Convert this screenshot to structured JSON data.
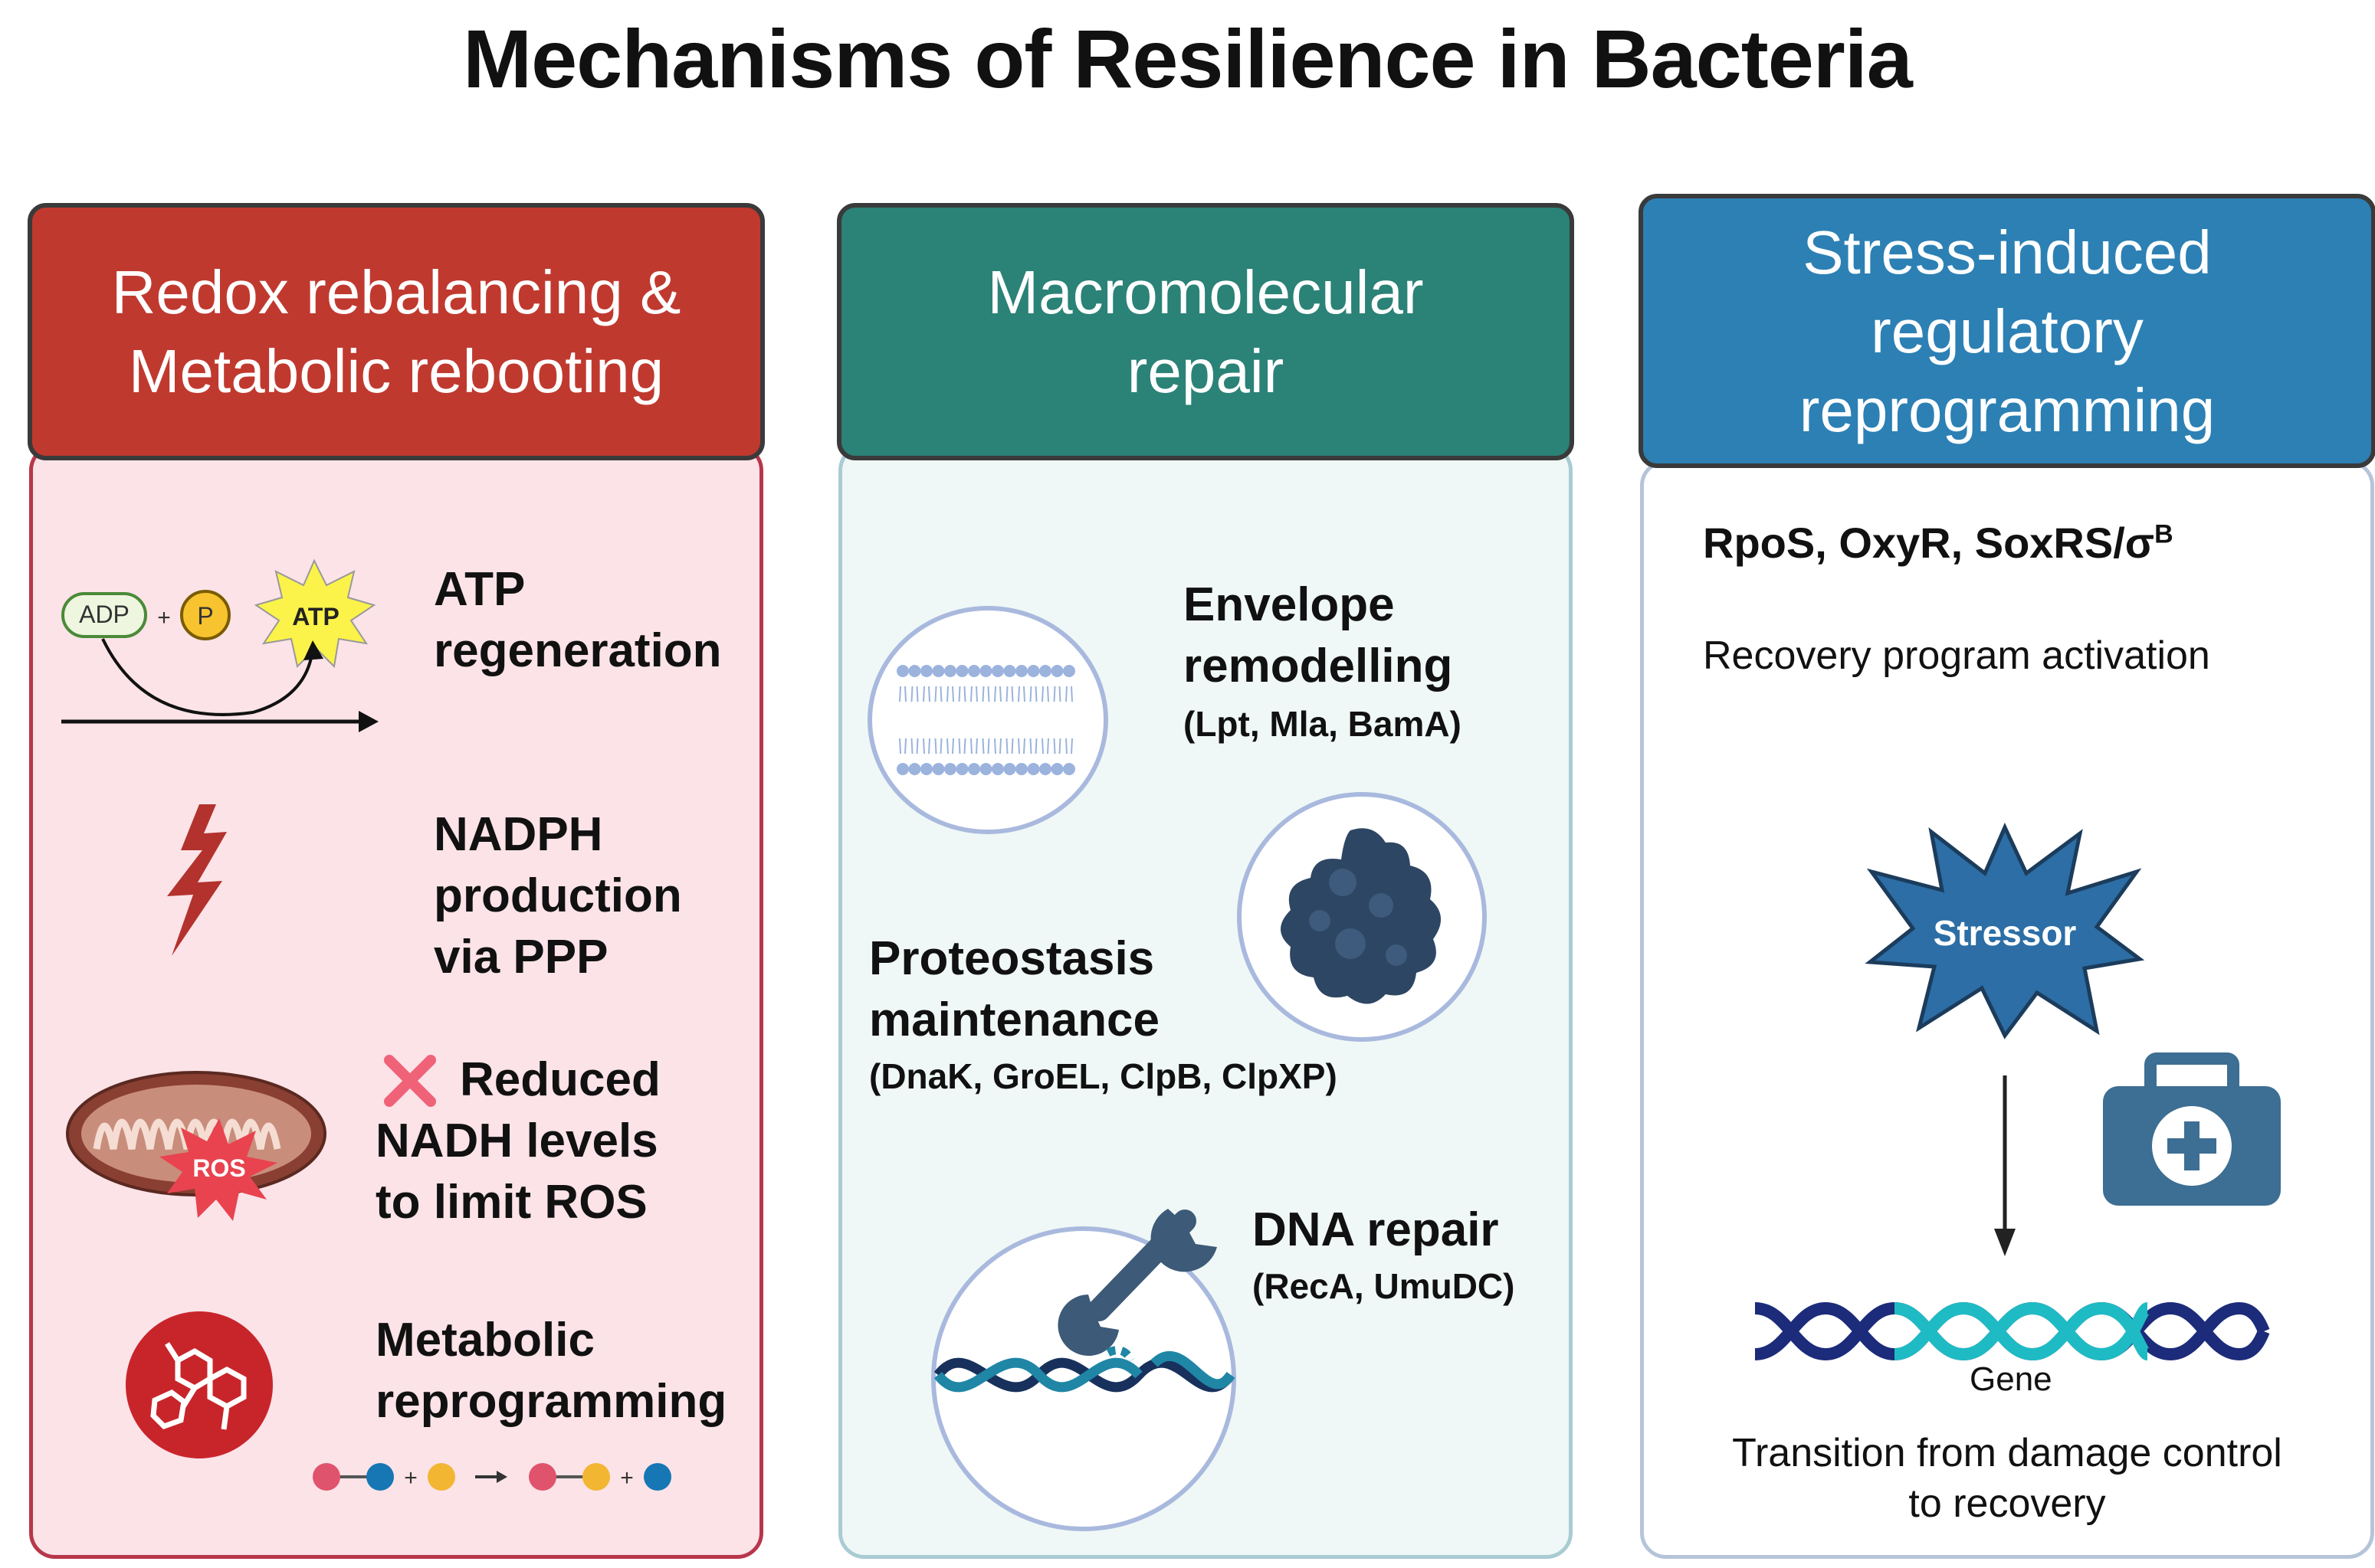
{
  "title": "Mechanisms of Resilience in Bacteria",
  "colors": {
    "redox_header": "#c0392f",
    "repair_header": "#2b8277",
    "regulatory_header": "#2c80b4",
    "redox_panel": "#fbe3e8",
    "repair_panel": "#eff8f6",
    "regulatory_panel": "#ffffff"
  },
  "columns": {
    "redox": {
      "header": [
        "Redox rebalancing &",
        "Metabolic rebooting"
      ],
      "atp": {
        "adp_label": "ADP",
        "plus": "+",
        "p_label": "P",
        "atp_label": "ATP",
        "text": [
          "ATP",
          "regeneration"
        ],
        "icon": "atp-regeneration-icon"
      },
      "nadph": {
        "text": [
          "NADPH",
          "production",
          "via PPP"
        ],
        "icon": "lightning-bolt-icon"
      },
      "nadh": {
        "text": [
          "Reduced",
          "NADH levels",
          "to limit ROS"
        ],
        "ros_label": "ROS",
        "icon": "mitochondrion-icon",
        "mark_icon": "cross-icon"
      },
      "metabolic": {
        "text": [
          "Metabolic",
          "reprogramming"
        ],
        "plus": "+",
        "icon": "molecule-icon"
      }
    },
    "repair": {
      "header": [
        "Macromolecular",
        "repair"
      ],
      "envelope": {
        "text": [
          "Envelope",
          "remodelling"
        ],
        "sub": "(Lpt, Mla, BamA)",
        "icon": "membrane-bilayer-icon"
      },
      "proteostasis": {
        "text": [
          "Proteostasis",
          "maintenance"
        ],
        "sub": "(DnaK, GroEL, ClpB, ClpXP)",
        "icon": "protein-icon"
      },
      "dna": {
        "text": "DNA repair",
        "sub": "(RecA, UmuDC)",
        "icon": "wrench-dna-icon"
      }
    },
    "regulatory": {
      "header": [
        "Stress-induced",
        "regulatory",
        "reprogramming"
      ],
      "regulators": "RpoS, OxyR, SoxRS/σ",
      "regulators_sup": "B",
      "recovery": "Recovery program activation",
      "stressor": "Stressor",
      "gene": "Gene",
      "transition": [
        "Transition from damage control",
        "to recovery"
      ],
      "icons": [
        "stressor-star-icon",
        "medical-kit-icon",
        "dna-helix-icon",
        "arrow-down-icon"
      ]
    }
  }
}
